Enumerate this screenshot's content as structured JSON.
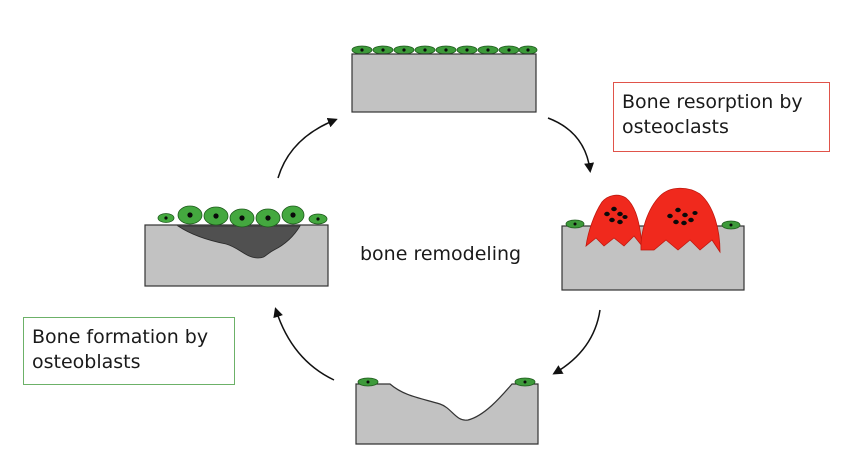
{
  "center_label": "bone remodeling",
  "labels": {
    "resorption": [
      "Bone resorption by",
      "osteoclasts"
    ],
    "formation": [
      "Bone formation by",
      "osteoblasts"
    ]
  },
  "colors": {
    "bone": "#c2c2c2",
    "lining_cell": "#3d9a3a",
    "osteoblast": "#44a83f",
    "osteoclast": "#f0291d",
    "new_matrix": "#505050",
    "nucleus": "#0a0a0a",
    "arrow": "#111111",
    "resorption_border": "#e0534a",
    "formation_border": "#6cb168"
  }
}
